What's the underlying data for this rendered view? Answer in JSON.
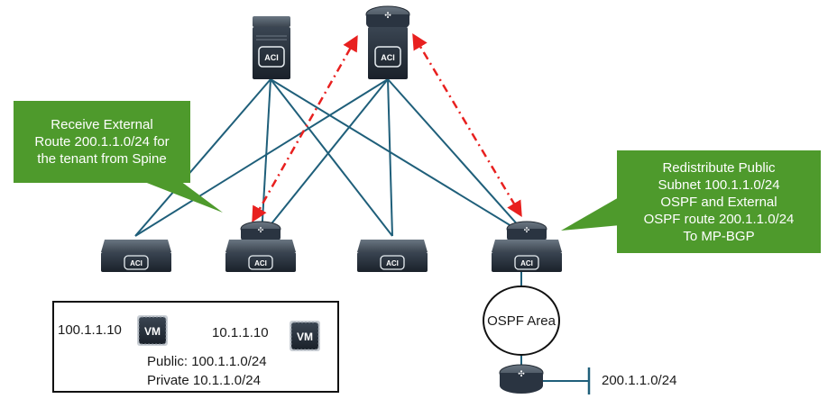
{
  "callouts": {
    "left": [
      "Receive External",
      "Route 200.1.1.0/24 for",
      "the tenant from Spine"
    ],
    "right": [
      "Redistribute Public",
      "Subnet 100.1.1.0/24",
      "OSPF and External",
      "OSPF route 200.1.1.0/24",
      "To MP-BGP"
    ]
  },
  "device_label": "ACI",
  "vm_label": "VM",
  "vm_box": {
    "vm1_ip": "100.1.1.10",
    "vm2_ip": "10.1.1.10",
    "public": "Public: 100.1.1.0/24",
    "private": "Private 10.1.1.0/24"
  },
  "ospf_area": "OSPF Area",
  "external_subnet": "200.1.1.0/24",
  "colors": {
    "link": "#1f5f7a",
    "mpbgp": "#e8201f",
    "callout": "#4e9a2c",
    "device": "#2a3441"
  }
}
